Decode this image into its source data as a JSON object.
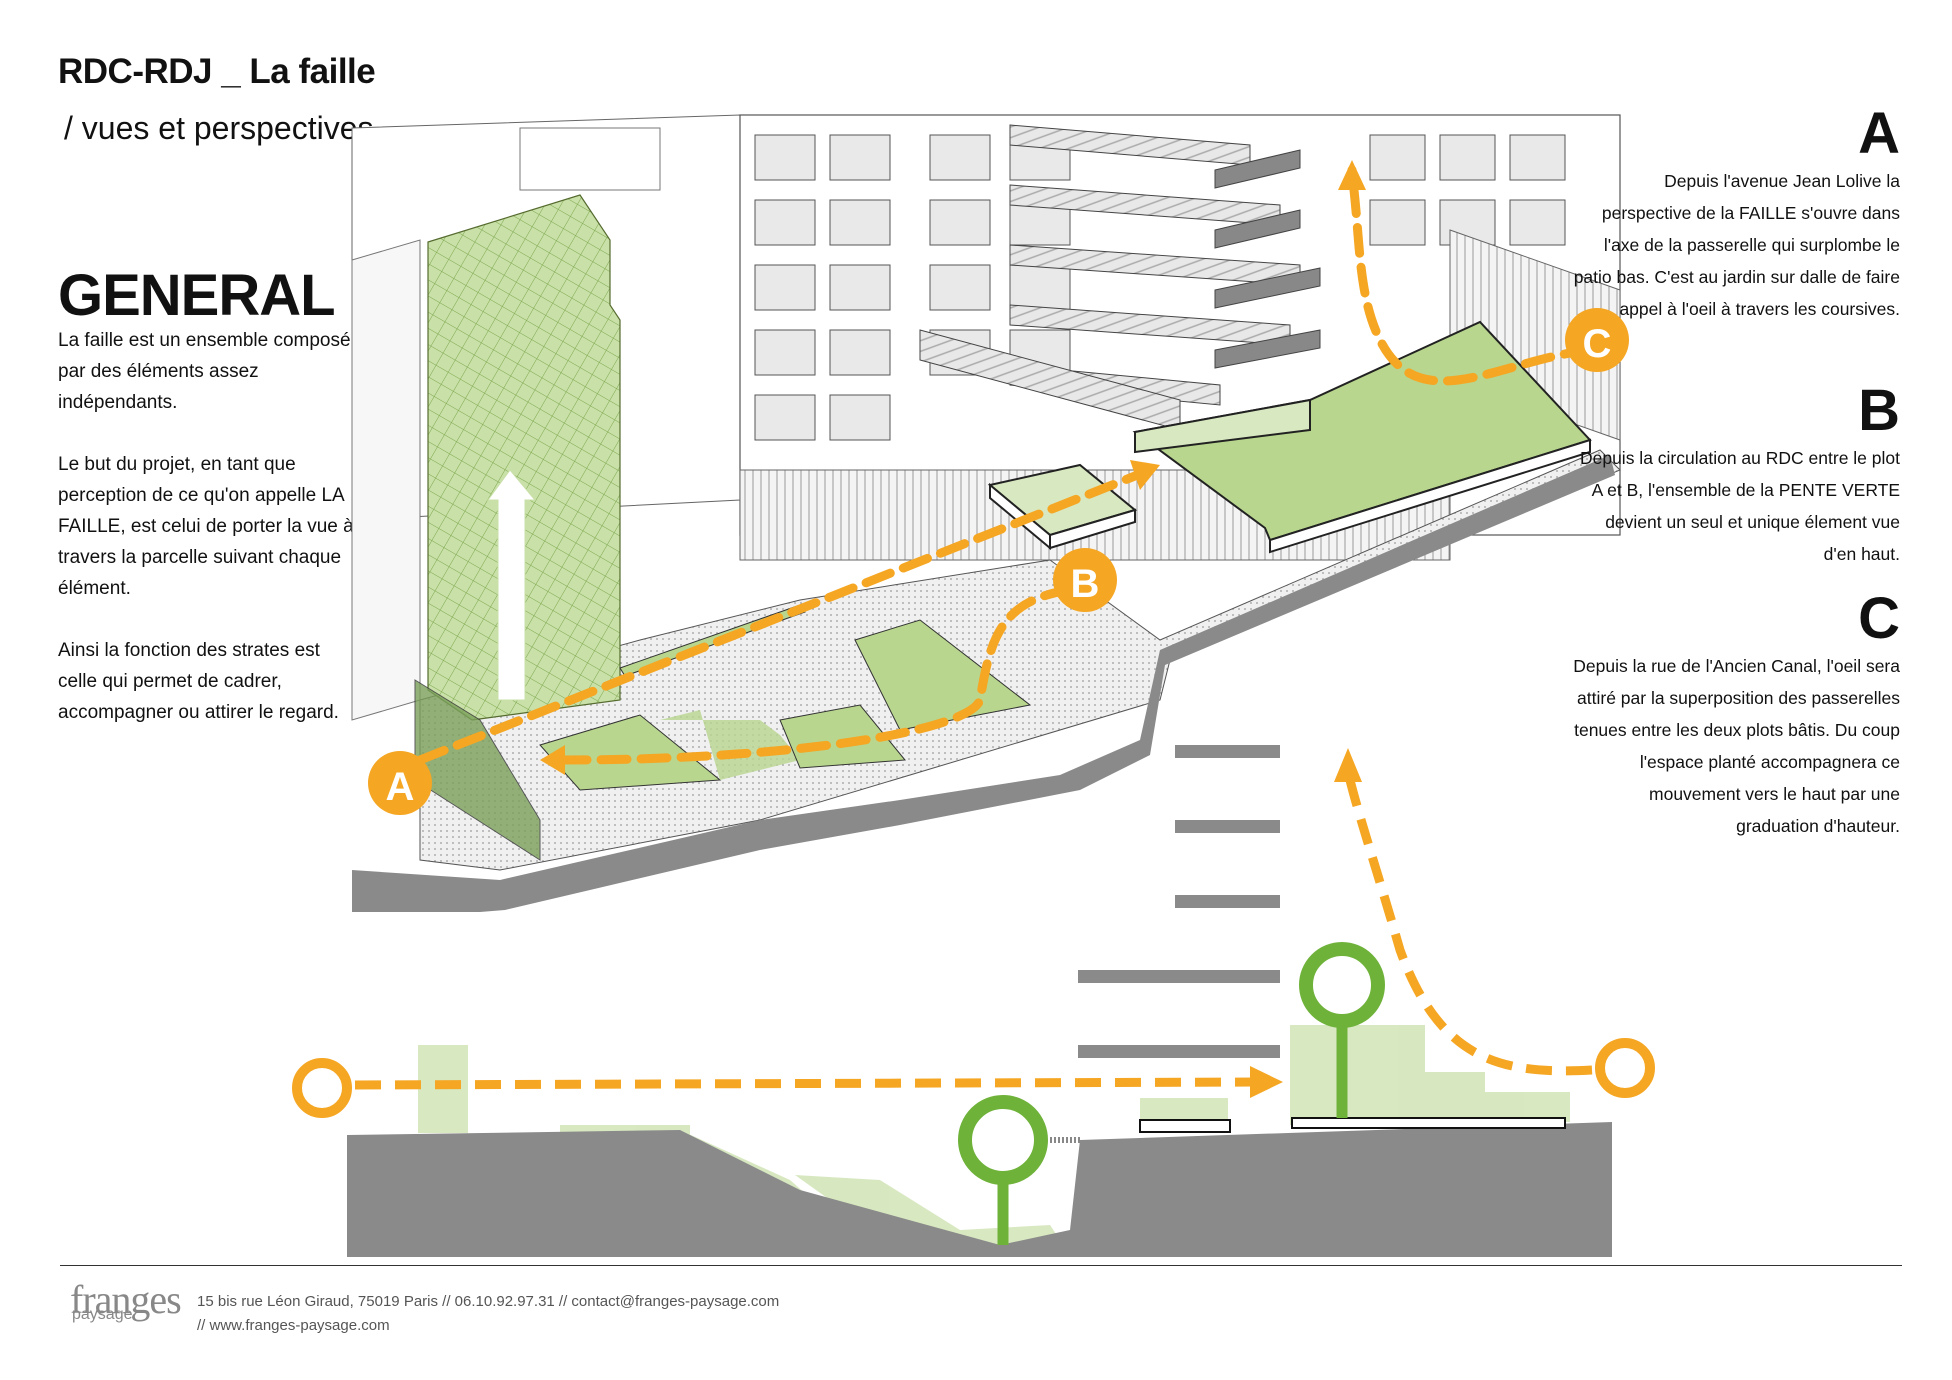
{
  "header": {
    "title": "RDC-RDJ _ La faille",
    "subtitle": "/ vues et perspectives"
  },
  "general": {
    "heading": "GENERAL",
    "paragraphs": [
      "La faille est un ensemble composé par des éléments assez indépendants.",
      "Le but du projet, en tant que perception de ce qu'on appelle LA FAILLE, est celui de porter la vue à travers la parcelle suivant chaque élément.",
      "Ainsi la fonction des strates est celle qui permet de cadrer, accompagner ou attirer le regard."
    ]
  },
  "views": [
    {
      "letter": "A",
      "text": "Depuis l'avenue Jean Lolive la perspective de la FAILLE s'ouvre dans l'axe de la passerelle qui surplombe le patio bas. C'est au jardin sur dalle de faire appel à l'oeil à travers les coursives."
    },
    {
      "letter": "B",
      "text": "Depuis la circulation au RDC entre le plot A et B, l'ensemble de la PENTE VERTE devient un seul et unique élement vue d'en haut."
    },
    {
      "letter": "C",
      "text": "Depuis la rue de l'Ancien Canal, l'oeil sera attiré par la superposition des passerelles tenues entre les deux plots bâtis. Du coup l'espace planté accompagnera ce mouvement vers le haut par une graduation d'hauteur."
    }
  ],
  "markers": {
    "a": "A",
    "b": "B",
    "c": "C"
  },
  "colors": {
    "orange": "#F5A623",
    "green_fill": "#B8D68E",
    "green_stroke": "#6FB23A",
    "grey": "#8A8A8A"
  },
  "footer": {
    "logo": "franges",
    "logo_sub": "paysage",
    "address": "15 bis rue Léon Giraud, 75019 Paris // 06.10.92.97.31 // contact@franges-paysage.com",
    "website": "// www.franges-paysage.com"
  }
}
